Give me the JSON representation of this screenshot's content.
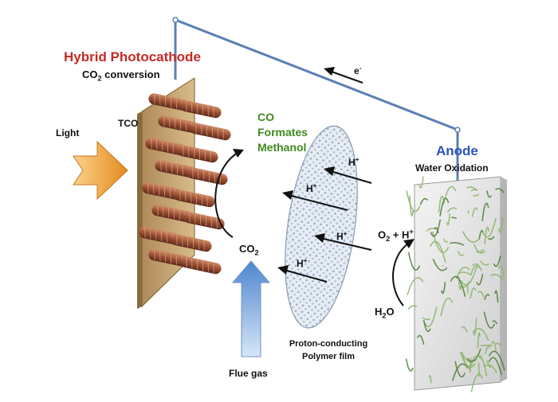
{
  "labels": {
    "photocathode_title": "Hybrid Photocathode",
    "co2_conversion_pre": "CO",
    "co2_conversion_sub": "2",
    "co2_conversion_post": " conversion",
    "tco": "TCO",
    "light": "Light",
    "products": [
      "CO",
      "Formates",
      "Methanol"
    ],
    "co2_pre": "CO",
    "co2_sub": "2",
    "flue_gas": "Flue gas",
    "h_plus_base": "H",
    "h_plus_sup": "+",
    "membrane_line1": "Proton-conducting",
    "membrane_line2": "Polymer film",
    "anode_title": "Anode",
    "water_oxidation": "Water Oxidation",
    "o2_pre": "O",
    "o2_sub": "2",
    "o2_post": " + H",
    "o2_sup": "+",
    "h2o_pre": "H",
    "h2o_sub": "2",
    "h2o_post": "O",
    "electron_base": "e",
    "electron_sup": "-"
  },
  "colors": {
    "wire": "#5b7fb5",
    "photocathode_title": "#c62a26",
    "anode_title": "#2a55b8",
    "products": "#3f8a1f",
    "flue_arrow": "#7fa6d9",
    "light_arrow": "#f0a23a",
    "rod": "#a0593a",
    "fiber": "#6e9b4a",
    "membrane": "#dce6f0"
  },
  "icons": {
    "light": "light-arrow-icon",
    "flue": "flue-gas-arrow-icon",
    "electron": "electron-flow-arrow-icon"
  }
}
